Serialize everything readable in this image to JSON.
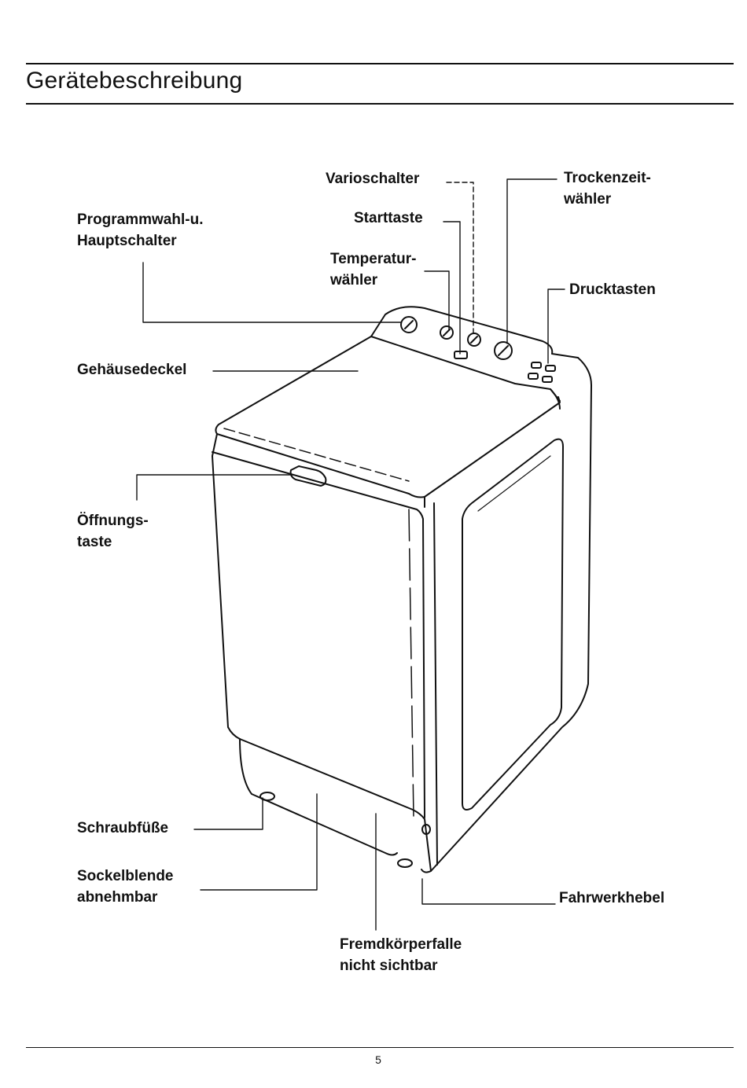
{
  "page": {
    "title": "Gerätebeschreibung",
    "page_number": "5"
  },
  "labels": {
    "varioschalter": "Varioschalter",
    "trockenzeit_line1": "Trockenzeit-",
    "trockenzeit_line2": "wähler",
    "starttaste": "Starttaste",
    "programmwahl_line1": "Programmwahl-u.",
    "programmwahl_line2": "Hauptschalter",
    "temperatur_line1": "Temperatur-",
    "temperatur_line2": "wähler",
    "drucktasten": "Drucktasten",
    "gehaeusedeckel": "Gehäusedeckel",
    "oeffnungs_line1": "Öffnungs-",
    "oeffnungs_line2": "taste",
    "schraubfuesse": "Schraubfüße",
    "sockelblende_line1": "Sockelblende",
    "sockelblende_line2": "abnehmbar",
    "fahrwerkhebel": "Fahrwerkhebel",
    "fremdkoerper_line1": "Fremdkörperfalle",
    "fremdkoerper_line2": "nicht sichtbar"
  }
}
